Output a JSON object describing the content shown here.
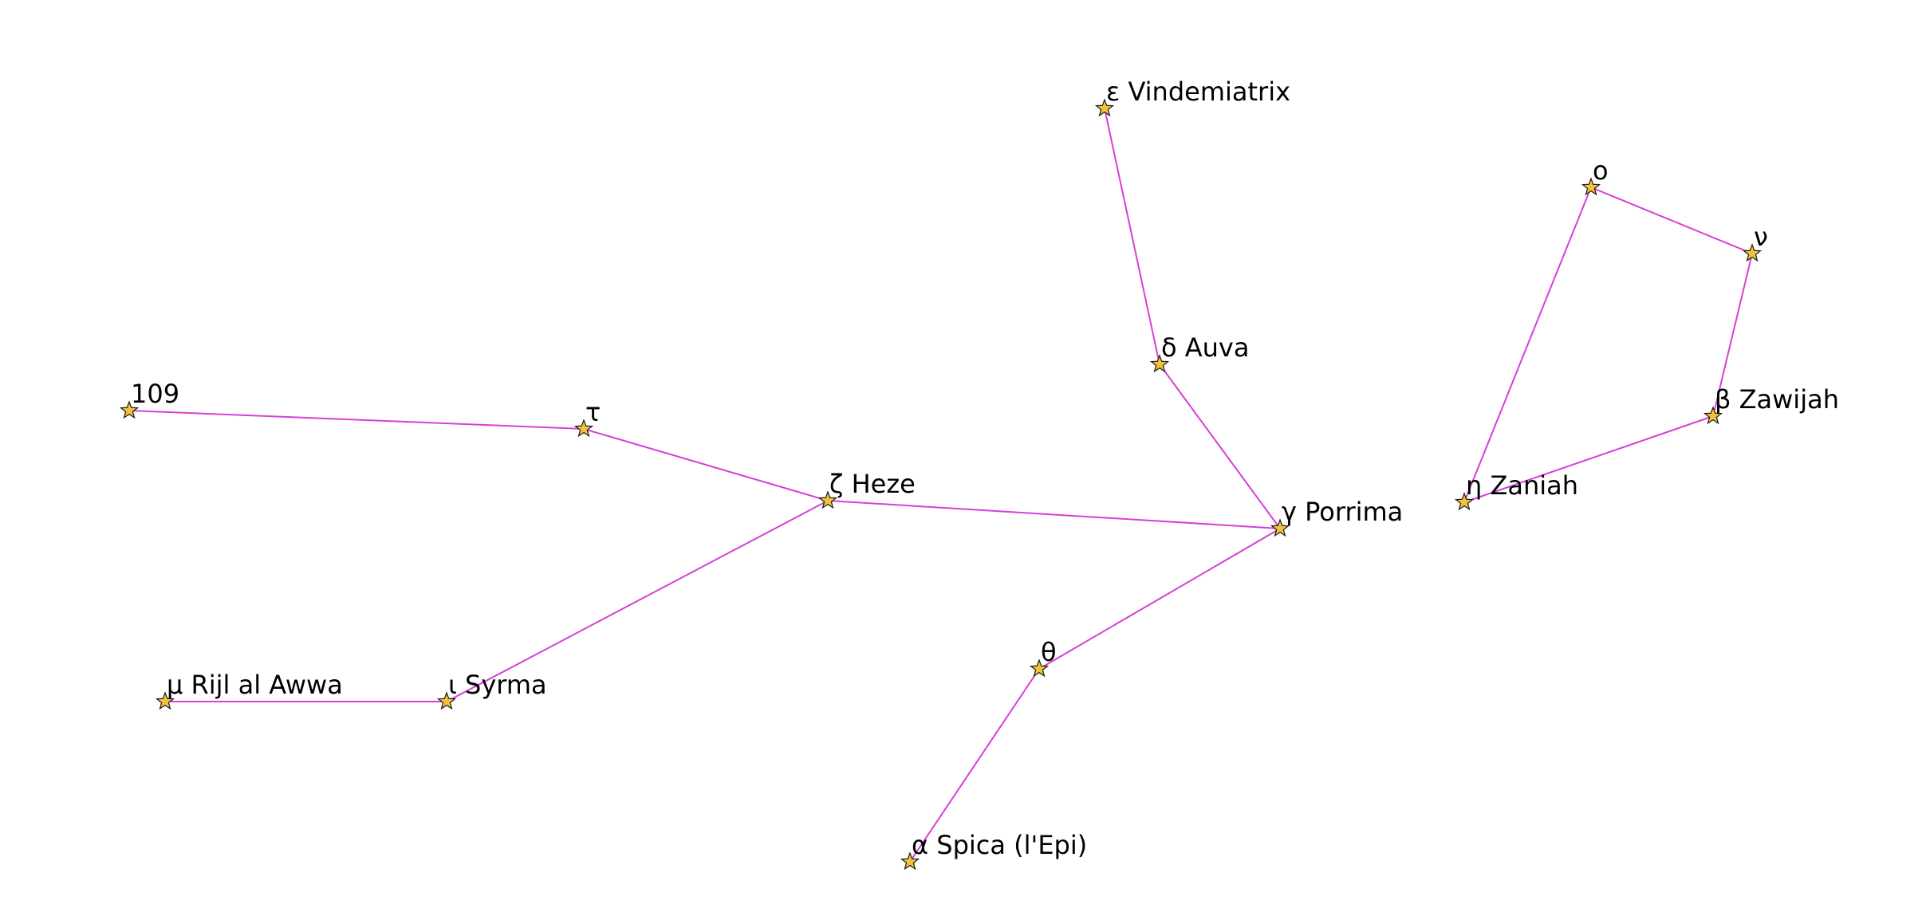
{
  "colors": {
    "line": "#d63fd6",
    "star_fill": "#f2c23a",
    "star_stroke": "#1a1a1a",
    "text": "#000000",
    "background": "#ffffff"
  },
  "icon": "star-icon",
  "stars": [
    {
      "id": "vindemiatrix",
      "label": "ε Vindemiatrix"
    },
    {
      "id": "auva",
      "label": "δ Auva"
    },
    {
      "id": "porrima",
      "label": "γ Porrima"
    },
    {
      "id": "heze",
      "label": "ζ Heze"
    },
    {
      "id": "tau",
      "label": "τ"
    },
    {
      "id": "s109",
      "label": "109"
    },
    {
      "id": "syrma",
      "label": "ι Syrma"
    },
    {
      "id": "rijl",
      "label": "μ Rijl al Awwa"
    },
    {
      "id": "theta",
      "label": "θ"
    },
    {
      "id": "spica",
      "label": "α Spica (l'Epi)"
    },
    {
      "id": "omicron",
      "label": "ο"
    },
    {
      "id": "nu",
      "label": "ν"
    },
    {
      "id": "zawijah",
      "label": "β Zawijah"
    },
    {
      "id": "zaniah",
      "label": "η Zaniah"
    }
  ],
  "connections": [
    [
      "vindemiatrix",
      "auva"
    ],
    [
      "auva",
      "porrima"
    ],
    [
      "porrima",
      "heze"
    ],
    [
      "heze",
      "tau"
    ],
    [
      "tau",
      "s109"
    ],
    [
      "heze",
      "syrma"
    ],
    [
      "syrma",
      "rijl"
    ],
    [
      "porrima",
      "theta"
    ],
    [
      "theta",
      "spica"
    ],
    [
      "omicron",
      "nu"
    ],
    [
      "nu",
      "zawijah"
    ],
    [
      "zawijah",
      "zaniah"
    ],
    [
      "zaniah",
      "omicron"
    ]
  ]
}
